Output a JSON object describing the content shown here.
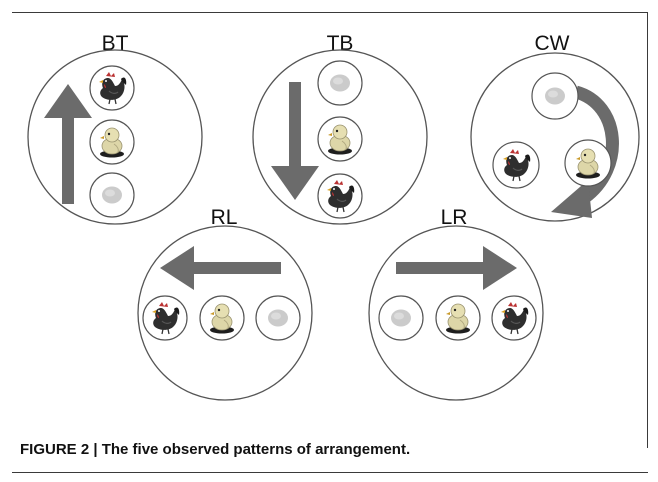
{
  "figure": {
    "caption": "FIGURE 2 | The five observed patterns of arrangement."
  },
  "patterns": [
    {
      "label": "BT",
      "items": [
        "hen",
        "chick",
        "egg"
      ]
    },
    {
      "label": "TB",
      "items": [
        "egg",
        "chick",
        "hen"
      ]
    },
    {
      "label": "CW",
      "items": [
        "egg",
        "hen",
        "chick"
      ]
    },
    {
      "label": "RL",
      "items": [
        "hen",
        "chick",
        "egg"
      ]
    },
    {
      "label": "LR",
      "items": [
        "egg",
        "chick",
        "hen"
      ]
    }
  ],
  "colors": {
    "arrow": "#6b6b6b",
    "circle_stroke": "#555555",
    "egg": "#c8c8c8"
  },
  "icons": {
    "hen": "hen-icon",
    "chick": "chick-icon",
    "egg": "egg-icon"
  }
}
